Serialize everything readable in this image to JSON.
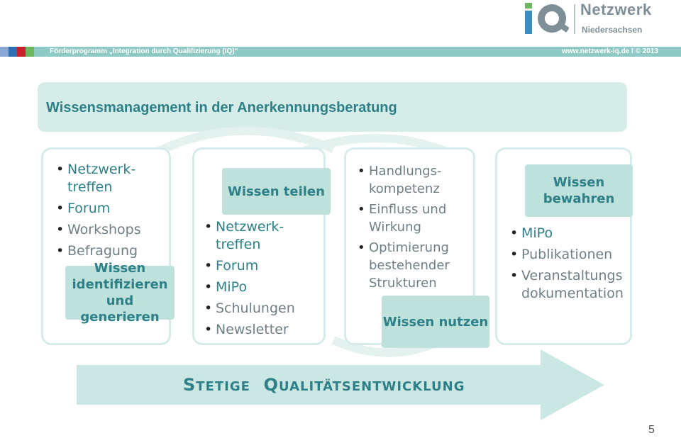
{
  "logo": {
    "brand": "Netzwerk",
    "sub": "Niedersachsen",
    "brand_colors": [
      "#3a8fbf",
      "#6fb75f",
      "#7f8f98"
    ]
  },
  "header": {
    "left_text": "Förderprogramm „Integration durch Qualifizierung (IQ)“",
    "right_text": "www.netzwerk-iq.de   I   © 2013",
    "bar_color": "#8ec9c6",
    "squares": [
      "#8aa7d6",
      "#2e6fb2",
      "#c9202c",
      "#6fb75f"
    ]
  },
  "title": "Wissensmanagement in der Anerkennungsberatung",
  "panels": [
    {
      "label": "Wissen identifizieren und generieren",
      "items": [
        "Netzwerk-treffen",
        "Forum",
        "Workshops",
        "Befragung"
      ]
    },
    {
      "label": "Wissen teilen",
      "items": [
        "Netzwerk-treffen",
        "Forum",
        "MiPo",
        "Schulungen",
        "Newsletter"
      ]
    },
    {
      "label": "Wissen nutzen",
      "items": [
        "Handlungs-kompetenz",
        "Einfluss und Wirkung",
        "Optimierung bestehender Strukturen"
      ]
    },
    {
      "label": "Wissen bewahren",
      "items": [
        "MiPo",
        "Publikationen",
        "Veranstaltungs dokumentation"
      ]
    }
  ],
  "arrow": {
    "text_first_initial": "S",
    "text_first_rest": "TETIGE",
    "text_second_initial": "Q",
    "text_second_rest": "UALITÄTSENTWICKLUNG"
  },
  "page_number": "5",
  "colors": {
    "accent": "#2d8087",
    "label_bg": "#bfe1dc",
    "arrow": "#cbe7e4",
    "title_bg": "#d6ece9"
  }
}
